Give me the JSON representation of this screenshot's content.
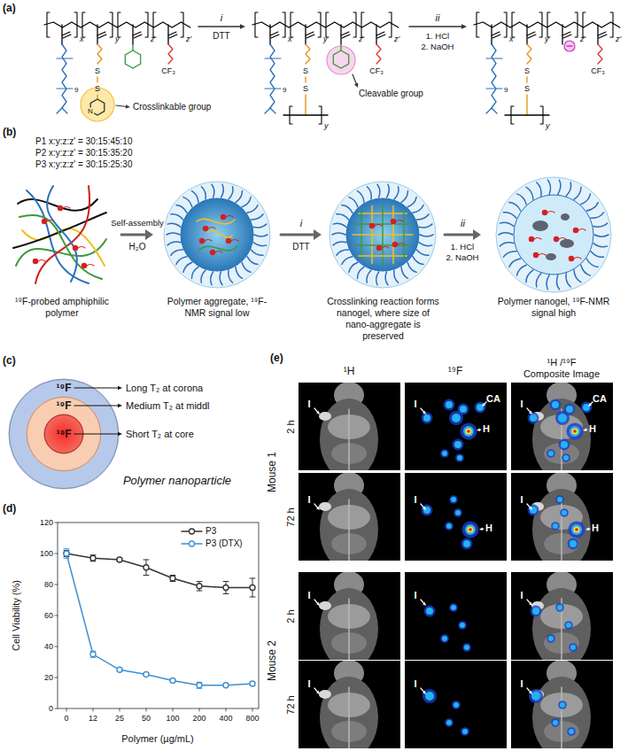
{
  "diagram": {
    "nodes": [
      {
        "text": [
          "¹⁹F-probed amphiphilic polymer"
        ]
      },
      {
        "text": [
          "Polymer aggregate, ¹⁹F-NMR signal low"
        ]
      },
      {
        "text": [
          "Crosslinking reaction forms nanogel, where size of nano-aggregate is preserved"
        ]
      },
      {
        "text": [
          "Polymer nanogel, ¹⁹F-NMR signal high"
        ]
      },
      {
        "text": [
          "¹⁹F"
        ]
      },
      {
        "text": [
          "¹⁹F"
        ],
        "in": 4
      },
      {
        "text": [
          "¹⁹F"
        ],
        "in": 5
      }
    ],
    "edges": [
      {
        "from": 0,
        "to": 1,
        "arrow": "to",
        "label": "Self-assembly"
      },
      {
        "from": 1,
        "to": 2,
        "arrow": "to",
        "label": "i"
      },
      {
        "from": 2,
        "to": 3,
        "arrow": "to",
        "label": "ii"
      }
    ],
    "labels": [
      "(a)",
      "(b)",
      "(c)",
      "(d)",
      "(e)",
      "x",
      "y",
      "z",
      "z'",
      "9",
      "CF₃",
      "S",
      "S",
      "N",
      "x",
      "y",
      "z",
      "z'",
      "9",
      "CF₃",
      "S",
      "S",
      "y",
      "x",
      "y",
      "z",
      "z'",
      "9",
      "CF₃",
      "S",
      "S",
      "y",
      "i",
      "DTT",
      "ii",
      "1. HCl",
      "2. NaOH",
      "Crosslinkable group",
      "Cleavable group",
      "P1 x:y:z:z' = 30:15:45:10",
      "P2 x:y:z:z' = 30:15:35:20",
      "P3 x:y:z:z' = 30:15:25:30",
      "H₂O",
      "DTT",
      "1. HCl",
      "2. NaOH",
      "Long T₂ at corona",
      "Medium T₂ at middl",
      "Short T₂ at core",
      "Polymer nanoparticle",
      "Cell Viability (%)",
      "Polymer (µg/mL)",
      "0",
      "20",
      "40",
      "60",
      "80",
      "100",
      "120",
      "0",
      "12",
      "25",
      "50",
      "100",
      "200",
      "400",
      "800",
      "¹H",
      "¹⁹F",
      "¹H /¹⁹F",
      "Composite Image",
      "Mouse 1",
      "Mouse 2",
      "2 h",
      "72 h",
      "2 h",
      "72 h",
      "I",
      "I",
      "CA",
      "H",
      "I",
      "CA",
      "H",
      "I",
      "I",
      "H",
      "I",
      "H",
      "I",
      "I",
      "I",
      "I",
      "I",
      "I"
    ],
    "legend": [
      {
        "text": "P3"
      },
      {
        "text": "P3 (DTX)"
      }
    ]
  }
}
